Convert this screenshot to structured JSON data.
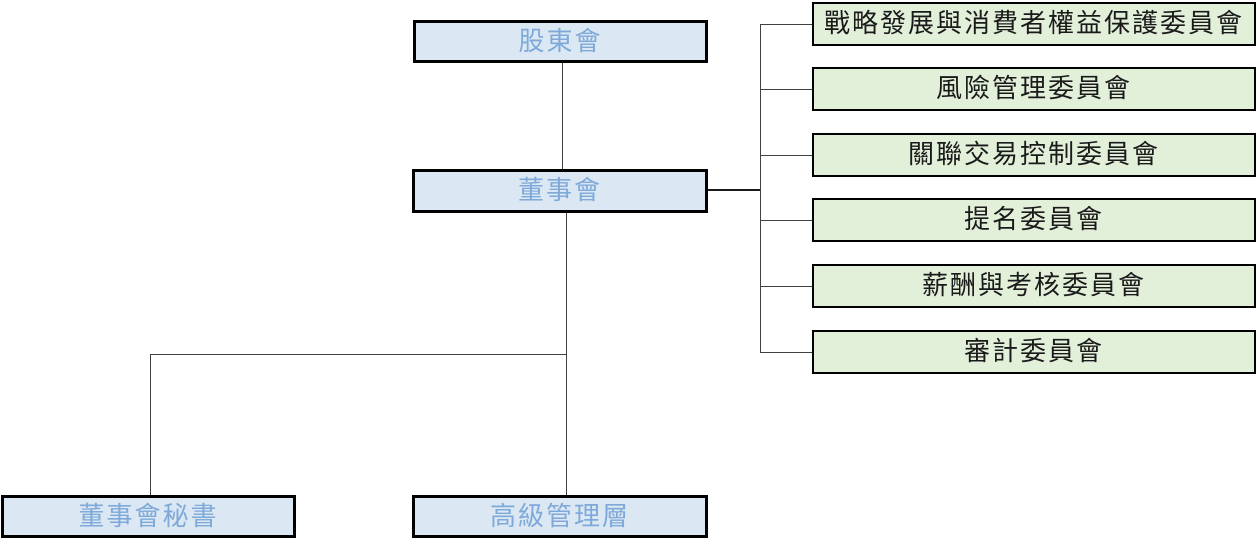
{
  "colors": {
    "blue_fill": "#dbe8f4",
    "blue_text": "#7ea9d8",
    "green_fill": "#e2efd9",
    "green_text": "#1a1a1a",
    "box_border": "#000000",
    "line": "#404040",
    "line_strong": "#1a1a1a",
    "page_bg": "#ffffff"
  },
  "org_chart": {
    "type": "organization-chart",
    "shareholders": {
      "label": "股東會"
    },
    "board": {
      "label": "董事會"
    },
    "board_secretary": {
      "label": "董事會秘書"
    },
    "senior_management": {
      "label": "高級管理層"
    },
    "committees": [
      {
        "label": "戰略發展與消費者權益保護委員會"
      },
      {
        "label": "風險管理委員會"
      },
      {
        "label": "關聯交易控制委員會"
      },
      {
        "label": "提名委員會"
      },
      {
        "label": "薪酬與考核委員會"
      },
      {
        "label": "審計委員會"
      }
    ],
    "edges": [
      {
        "from": "股東會",
        "to": "董事會"
      },
      {
        "from": "董事會",
        "to": "董事會秘書"
      },
      {
        "from": "董事會",
        "to": "高級管理層"
      },
      {
        "from": "董事會",
        "to": "戰略發展與消費者權益保護委員會"
      },
      {
        "from": "董事會",
        "to": "風險管理委員會"
      },
      {
        "from": "董事會",
        "to": "關聯交易控制委員會"
      },
      {
        "from": "董事會",
        "to": "提名委員會"
      },
      {
        "from": "董事會",
        "to": "薪酬與考核委員會"
      },
      {
        "from": "董事會",
        "to": "審計委員會"
      }
    ]
  }
}
